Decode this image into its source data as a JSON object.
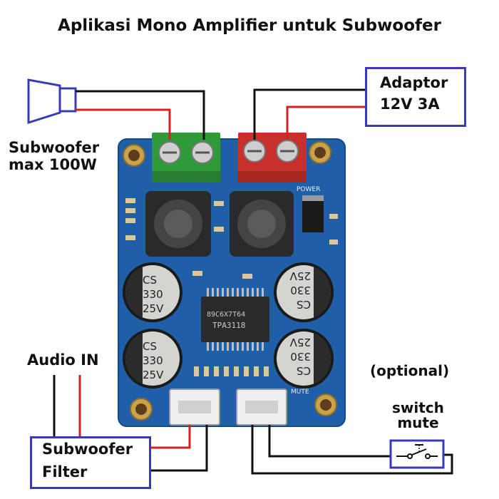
{
  "title": "Aplikasi Mono Amplifier untuk Subwoofer",
  "labels": {
    "subwoofer_line1": "Subwoofer",
    "subwoofer_line2": "max 100W",
    "adaptor_line1": "Adaptor",
    "adaptor_line2": "12V 3A",
    "audio_in": "Audio IN",
    "filter_line1": "Subwoofer",
    "filter_line2": "Filter",
    "optional": "(optional)",
    "switch_line1": "switch",
    "switch_line2": "mute"
  },
  "board": {
    "chip_brand": "89C6X7T64",
    "chip_model": "TPA3118",
    "capacitor_brand": "CS",
    "capacitor_value": "330",
    "capacitor_voltage": "25V",
    "mute_label": "MUTE",
    "power_label": "POWER"
  },
  "colors": {
    "wire_red": "#d42020",
    "wire_black": "#111111",
    "box_border": "#3a3ab8",
    "pcb": "#1f5fa8",
    "terminal_green": "#2e9a3a",
    "terminal_red": "#c8312b"
  }
}
